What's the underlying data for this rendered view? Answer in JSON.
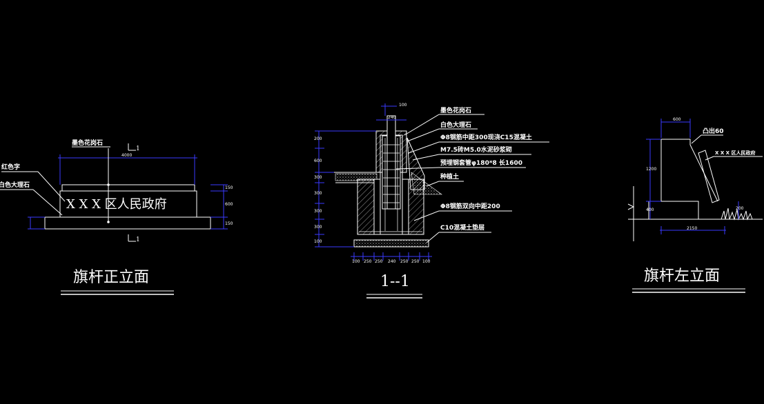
{
  "front": {
    "label_granite": "墨色花岗石",
    "label_red": "红色字",
    "label_marble": "白色大理石",
    "sign_text": "X X X 区人民政府",
    "section_top": "1",
    "section_bottom": "1",
    "title": "旗杆正立面",
    "dims": {
      "width": "4000",
      "h1": "150",
      "h2": "600",
      "h3": "150"
    }
  },
  "section": {
    "title": "1--1",
    "labels": [
      "墨色花岗石",
      "白色大理石",
      "Φ8钢筋中距300现浇C15混凝土",
      "M7.5砖M5.0水泥砂浆砌",
      "预埋钢套管φ180*8  长1600",
      "种植土",
      "Φ8钢筋双向中距200",
      "C10混凝土垫层"
    ],
    "dims": {
      "top": "100",
      "top2": "240",
      "bottom": [
        "100",
        "250",
        "250",
        "240",
        "250",
        "250",
        "100"
      ],
      "left": [
        "200",
        "600",
        "300",
        "300",
        "300",
        "300",
        "100"
      ]
    }
  },
  "side": {
    "label_protrude": "凸出60",
    "label_text": "X X X 区人民政府",
    "title": "旗杆左立面",
    "dims": {
      "top": "600",
      "h": "1200",
      "bottom": "2150",
      "r": "200",
      "base": "400"
    }
  }
}
